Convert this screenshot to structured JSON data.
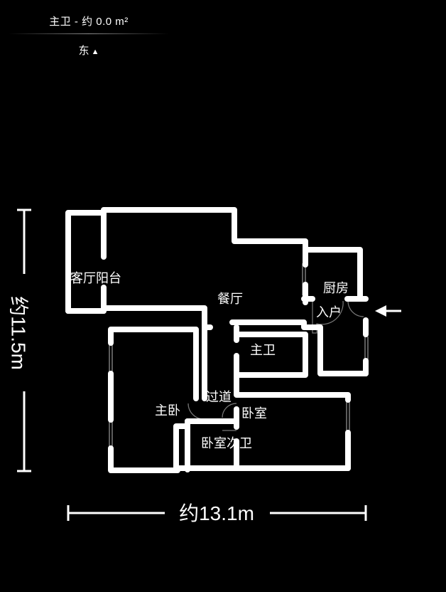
{
  "header": {
    "title": "主卫 - 约 0.0 m²",
    "compass_label": "东",
    "compass_icon": "triangle-up-icon"
  },
  "floorplan": {
    "rooms": [
      {
        "id": "living-balcony",
        "label": "客厅阳台"
      },
      {
        "id": "dining",
        "label": "餐厅"
      },
      {
        "id": "kitchen",
        "label": "厨房"
      },
      {
        "id": "entrance",
        "label": "入户"
      },
      {
        "id": "master-bath",
        "label": "主卫"
      },
      {
        "id": "corridor",
        "label": "过道"
      },
      {
        "id": "master-bedroom",
        "label": "主卧"
      },
      {
        "id": "bedroom",
        "label": "卧室"
      },
      {
        "id": "bedroom-bath",
        "label": "卧室次卫"
      }
    ],
    "dimensions": {
      "height_label": "约11.5m",
      "width_label": "约13.1m"
    },
    "entry_arrow": "arrow-left-icon",
    "colors": {
      "background": "#000000",
      "walls": "#ffffff",
      "windows": "#9a9a9a",
      "doors": "#7a7a7a"
    }
  }
}
